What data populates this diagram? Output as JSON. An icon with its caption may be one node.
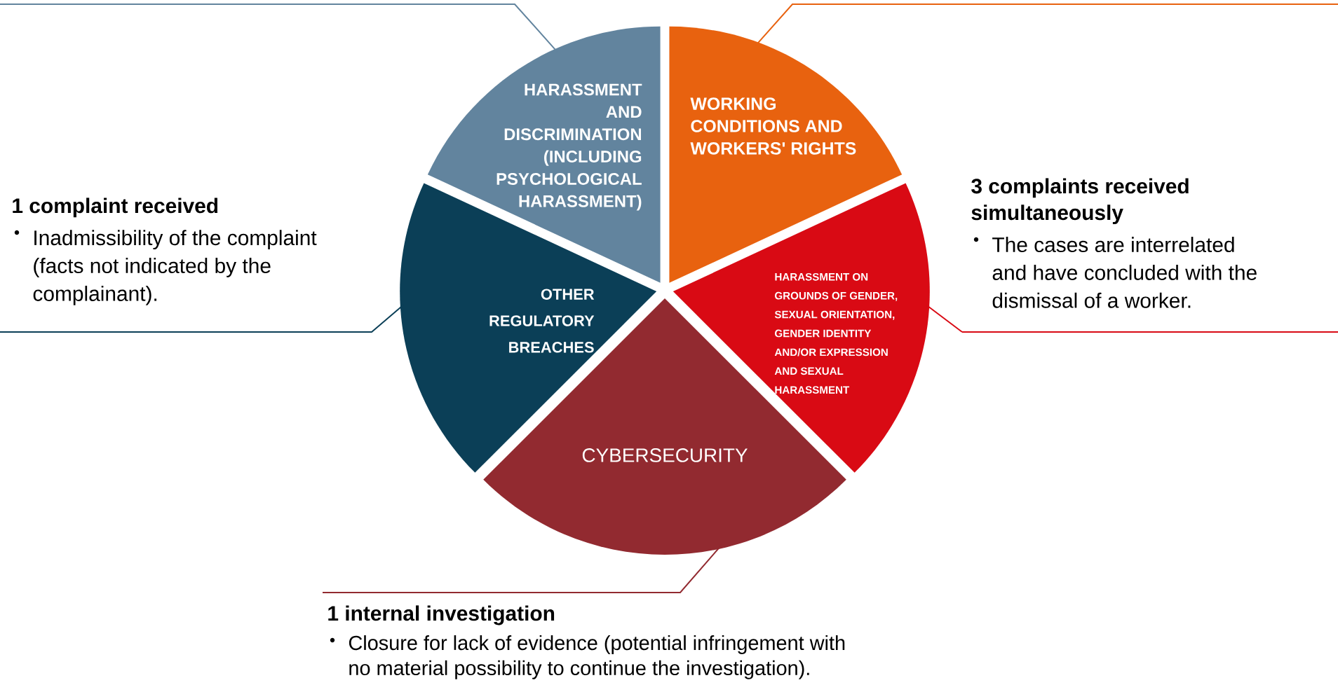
{
  "diagram": {
    "nodes": [
      {
        "text": [
          "HARASSMENT AND DISCRIMINATION (INCLUDING PSYCHOLOGICAL HARASSMENT)"
        ]
      },
      {
        "text": [
          "WORKING CONDITIONS AND WORKERS' RIGHTS"
        ]
      },
      {
        "text": [
          "OTHER REGULATORY BREACHES"
        ]
      },
      {
        "text": [
          "HARASSMENT ON GROUNDS OF GENDER, SEXUAL ORIENTATION, GENDER IDENTITY AND/OR EXPRESSION AND SEXUAL HARASSMENT"
        ]
      },
      {
        "text": [
          "CYBERSECURITY"
        ]
      },
      {
        "text": [
          "1 complaint received",
          "Inadmissibility of the complaint (facts not indicated by the complainant)."
        ]
      },
      {
        "text": [
          "3 complaints received simultaneously",
          "The cases are interrelated and have concluded with the dismissal of a worker."
        ]
      },
      {
        "text": [
          "1 internal investigation",
          "Closure for lack of evidence (potential infringement with no material possibility to continue the investigation)."
        ]
      }
    ],
    "edges": [
      {
        "from": null,
        "to": 0,
        "arrow": "none",
        "color": "#62849e"
      },
      {
        "from": null,
        "to": 1,
        "arrow": "none",
        "color": "#e8620f"
      },
      {
        "from": 5,
        "to": 2,
        "arrow": "none",
        "color": "#0b3f57"
      },
      {
        "from": 6,
        "to": 3,
        "arrow": "none",
        "color": "#d90a14"
      },
      {
        "from": 7,
        "to": 4,
        "arrow": "none",
        "color": "#922a30"
      }
    ]
  }
}
